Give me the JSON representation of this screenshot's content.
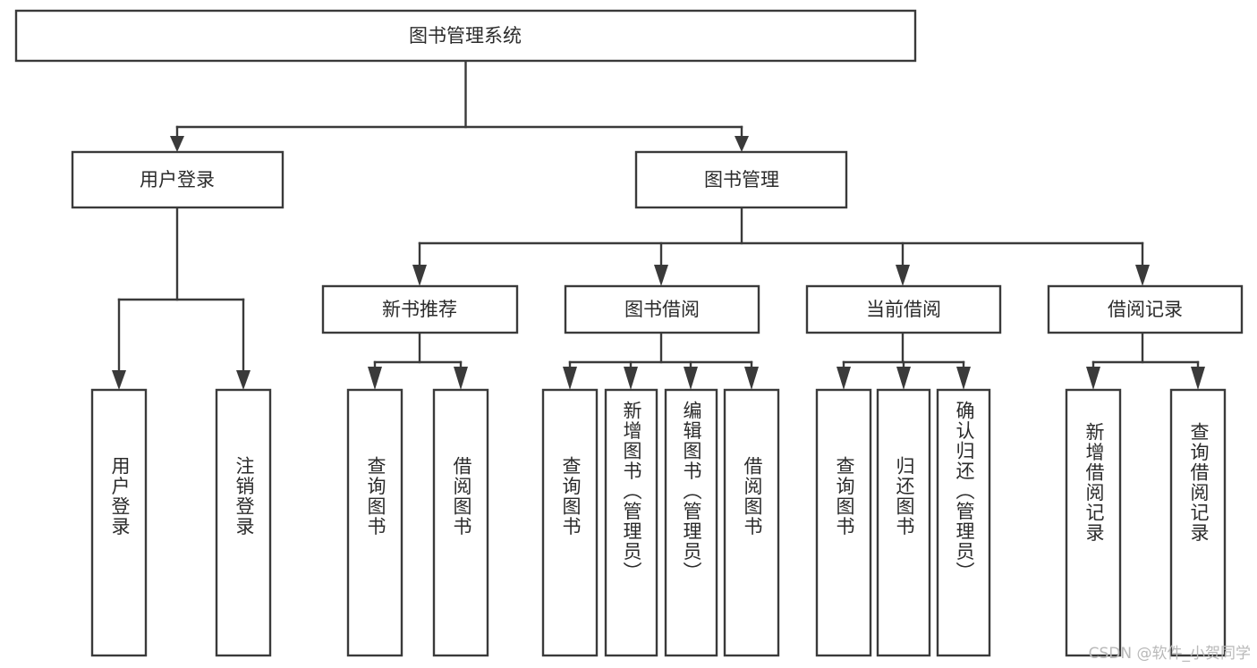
{
  "diagram": {
    "type": "tree-hierarchy",
    "title": "图书管理系统",
    "orientation": "top-down",
    "colors": {
      "stroke": "#3a3a3a",
      "box_fill": "#ffffff",
      "text": "#2b2b2b",
      "background": "#ffffff",
      "watermark": "#b9b9b9"
    },
    "root": {
      "label": "图书管理系统",
      "orientation": "horizontal"
    },
    "level2": [
      {
        "label": "用户登录",
        "orientation": "horizontal"
      },
      {
        "label": "图书管理",
        "orientation": "horizontal"
      }
    ],
    "level3": [
      {
        "label": "新书推荐",
        "orientation": "horizontal"
      },
      {
        "label": "图书借阅",
        "orientation": "horizontal"
      },
      {
        "label": "当前借阅",
        "orientation": "horizontal"
      },
      {
        "label": "借阅记录",
        "orientation": "horizontal"
      }
    ],
    "leaves": {
      "user_login": [
        {
          "label": "用户登录",
          "orientation": "vertical"
        },
        {
          "label": "注销登录",
          "orientation": "vertical"
        }
      ],
      "new_book_recommend": [
        {
          "label": "查询图书",
          "orientation": "vertical"
        },
        {
          "label": "借阅图书",
          "orientation": "vertical"
        }
      ],
      "book_borrow": [
        {
          "label": "查询图书",
          "orientation": "vertical"
        },
        {
          "label": "新增图书（管理员）",
          "orientation": "vertical"
        },
        {
          "label": "编辑图书（管理员）",
          "orientation": "vertical"
        },
        {
          "label": "借阅图书",
          "orientation": "vertical"
        }
      ],
      "current_borrow": [
        {
          "label": "查询图书",
          "orientation": "vertical"
        },
        {
          "label": "归还图书",
          "orientation": "vertical"
        },
        {
          "label": "确认归还（管理员）",
          "orientation": "vertical"
        }
      ],
      "borrow_record": [
        {
          "label": "新增借阅记录",
          "orientation": "vertical"
        },
        {
          "label": "查询借阅记录",
          "orientation": "vertical"
        }
      ]
    },
    "watermark": "CSDN @软件_小贺同学"
  }
}
